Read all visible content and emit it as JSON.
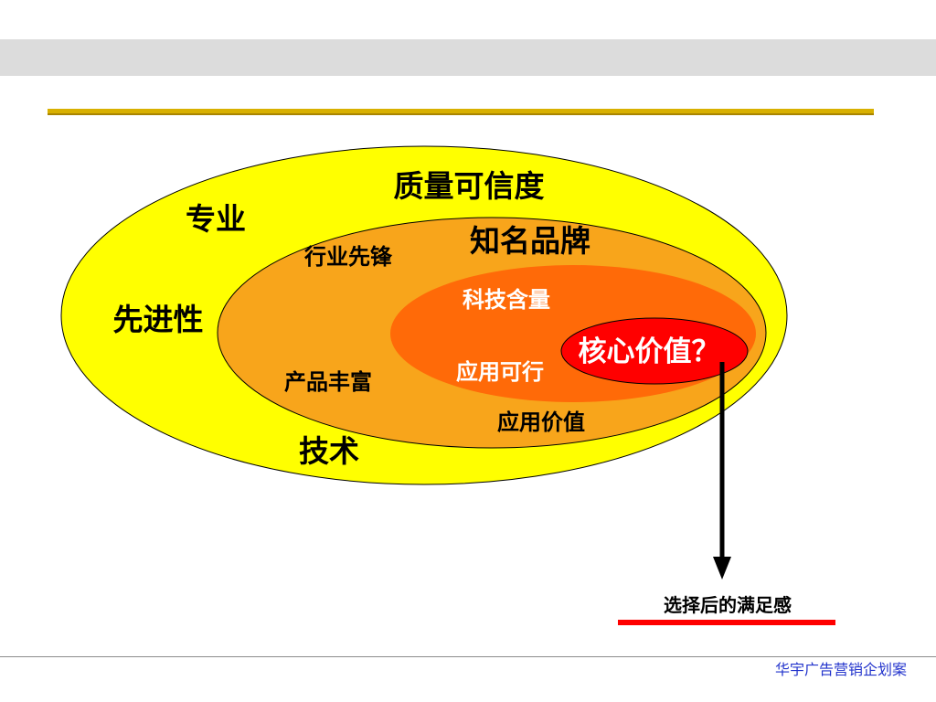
{
  "slide": {
    "footer": "华宇广告营销企划案"
  },
  "colors": {
    "header_band": "#dcdcdc",
    "accent_line": "#d8b000",
    "footer_text": "#2233cc",
    "divider": "#8c8c8c"
  },
  "diagram": {
    "outer_ellipse": {
      "fill": "#ffff00",
      "labels": [
        "质量可信度",
        "专业",
        "先进性",
        "技术"
      ]
    },
    "middle_ellipse": {
      "fill": "#f8a51b",
      "labels": [
        "知名品牌",
        "行业先锋",
        "产品丰富",
        "应用价值"
      ]
    },
    "inner_ellipse": {
      "fill": "#ff6a08",
      "labels": [
        "科技含量",
        "应用可行"
      ]
    },
    "core_ellipse": {
      "fill": "#ff0000",
      "label": "核心价值？"
    },
    "outcome": {
      "label": "选择后的满足感",
      "underline_color": "#ff0000"
    }
  }
}
